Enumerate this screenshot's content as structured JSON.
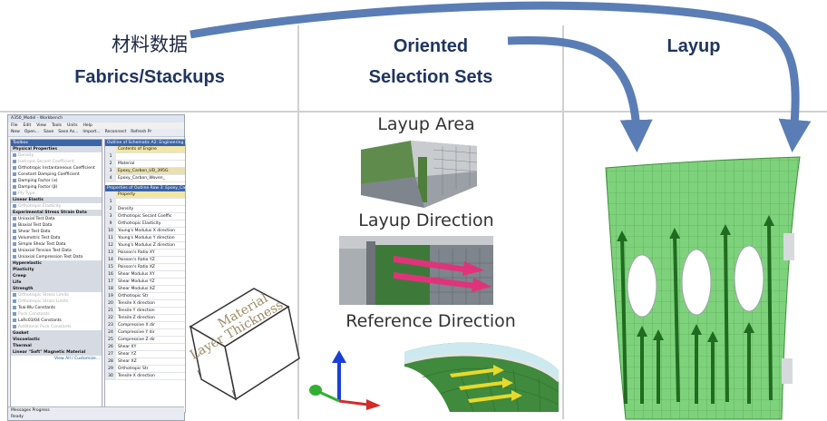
{
  "headers": {
    "col1_cn": "材料数据",
    "col1_en": "Fabrics/Stackups",
    "col2_line1": "Oriented",
    "col2_line2": "Selection Sets",
    "col3": "Layup"
  },
  "middle_labels": {
    "area": "Layup Area",
    "direction": "Layup Direction",
    "reference": "Reference Direction"
  },
  "material_box": {
    "line1": "Material",
    "line2": "Layer Thickness"
  },
  "workbench": {
    "title": "A350_Model - Workbench",
    "menu": [
      "File",
      "Edit",
      "View",
      "Tools",
      "Units",
      "Help"
    ],
    "toolbar": [
      "New",
      "Open...",
      "Save",
      "Save As...",
      "Import...",
      "Reconnect",
      "Refresh Pr"
    ],
    "toolbox_title": "Toolbox",
    "toolbox": [
      {
        "t": "cat",
        "label": "Physical Properties"
      },
      {
        "t": "dim",
        "label": "Density"
      },
      {
        "t": "dim",
        "label": "Isotropic Secant Coefficient"
      },
      {
        "t": "item",
        "label": "Orthotropic Instantaneous Coefficient"
      },
      {
        "t": "item",
        "label": "Constant Damping Coefficient"
      },
      {
        "t": "item",
        "label": "Damping Factor (α)"
      },
      {
        "t": "item",
        "label": "Damping Factor (β)"
      },
      {
        "t": "dim",
        "label": "Ply Type"
      },
      {
        "t": "cat",
        "label": "Linear Elastic"
      },
      {
        "t": "dim",
        "label": "Orthotropic Elasticity"
      },
      {
        "t": "cat",
        "label": "Experimental Stress Strain Data"
      },
      {
        "t": "item",
        "label": "Uniaxial Test Data"
      },
      {
        "t": "item",
        "label": "Biaxial Test Data"
      },
      {
        "t": "item",
        "label": "Shear Test Data"
      },
      {
        "t": "item",
        "label": "Volumetric Test Data"
      },
      {
        "t": "item",
        "label": "Simple Shear Test Data"
      },
      {
        "t": "item",
        "label": "Uniaxial Tension Test Data"
      },
      {
        "t": "item",
        "label": "Uniaxial Compression Test Data"
      },
      {
        "t": "cat",
        "label": "Hyperelastic"
      },
      {
        "t": "cat",
        "label": "Plasticity"
      },
      {
        "t": "cat",
        "label": "Creep"
      },
      {
        "t": "cat",
        "label": "Life"
      },
      {
        "t": "cat",
        "label": "Strength"
      },
      {
        "t": "dim",
        "label": "Orthotropic Stress Limits"
      },
      {
        "t": "dim",
        "label": "Orthotropic Strain Limits"
      },
      {
        "t": "item",
        "label": "Tsai-Wu Constants"
      },
      {
        "t": "dim",
        "label": "Puck Constants"
      },
      {
        "t": "item",
        "label": "LaRc03/04 Constants"
      },
      {
        "t": "dim",
        "label": "Additional Puck Constants"
      },
      {
        "t": "cat",
        "label": "Gasket"
      },
      {
        "t": "cat",
        "label": "Viscoelastic"
      },
      {
        "t": "cat",
        "label": "Thermal"
      },
      {
        "t": "cat",
        "label": "Linear \"Soft\" Magnetic Material"
      }
    ],
    "view_all": "View All / Customize...",
    "outline_title": "Outline of Schematic A2: Engineering Data",
    "outline_header": "Contents of Engine",
    "outline_rows": [
      {
        "n": "1",
        "t": ""
      },
      {
        "n": "2",
        "t": "Material"
      },
      {
        "n": "3",
        "t": "Epoxy_Carbon_UD_395G"
      },
      {
        "n": "4",
        "t": "Epoxy_Carbon_Woven_"
      }
    ],
    "props_title": "Properties of Outline Row 3: Epoxy_Carbon_UD_",
    "props_header": "Property",
    "props_rows": [
      {
        "n": "1",
        "t": ""
      },
      {
        "n": "2",
        "t": "Density"
      },
      {
        "n": "3",
        "t": "Orthotropic Secant Coeffic"
      },
      {
        "n": "9",
        "t": "Orthotropic Elasticity"
      },
      {
        "n": "10",
        "t": "Young's Modulus X direction"
      },
      {
        "n": "11",
        "t": "Young's Modulus Y direction"
      },
      {
        "n": "12",
        "t": "Young's Modulus Z direction"
      },
      {
        "n": "13",
        "t": "Poisson's Ratio XY"
      },
      {
        "n": "14",
        "t": "Poisson's Ratio YZ"
      },
      {
        "n": "15",
        "t": "Poisson's Ratio XZ"
      },
      {
        "n": "16",
        "t": "Shear Modulus XY"
      },
      {
        "n": "17",
        "t": "Shear Modulus YZ"
      },
      {
        "n": "18",
        "t": "Shear Modulus XZ"
      },
      {
        "n": "19",
        "t": "Orthotropic Str"
      },
      {
        "n": "20",
        "t": "Tensile X direction"
      },
      {
        "n": "21",
        "t": "Tensile Y direction"
      },
      {
        "n": "22",
        "t": "Tensile Z direction"
      },
      {
        "n": "23",
        "t": "Compressive X dir"
      },
      {
        "n": "24",
        "t": "Compressive Y dir"
      },
      {
        "n": "25",
        "t": "Compressive Z dir"
      },
      {
        "n": "26",
        "t": "Shear XY"
      },
      {
        "n": "27",
        "t": "Shear YZ"
      },
      {
        "n": "28",
        "t": "Shear XZ"
      },
      {
        "n": "29",
        "t": "Orthotropic Str"
      },
      {
        "n": "30",
        "t": "Tensile X direction"
      }
    ],
    "status_tabs": "Messages   Progress",
    "status_ready": "Ready"
  },
  "colors": {
    "heading": "#1f3560",
    "arrow": "#5a7db5",
    "panel_green": "#7ed07a",
    "direction_pink": "#e0337a"
  }
}
